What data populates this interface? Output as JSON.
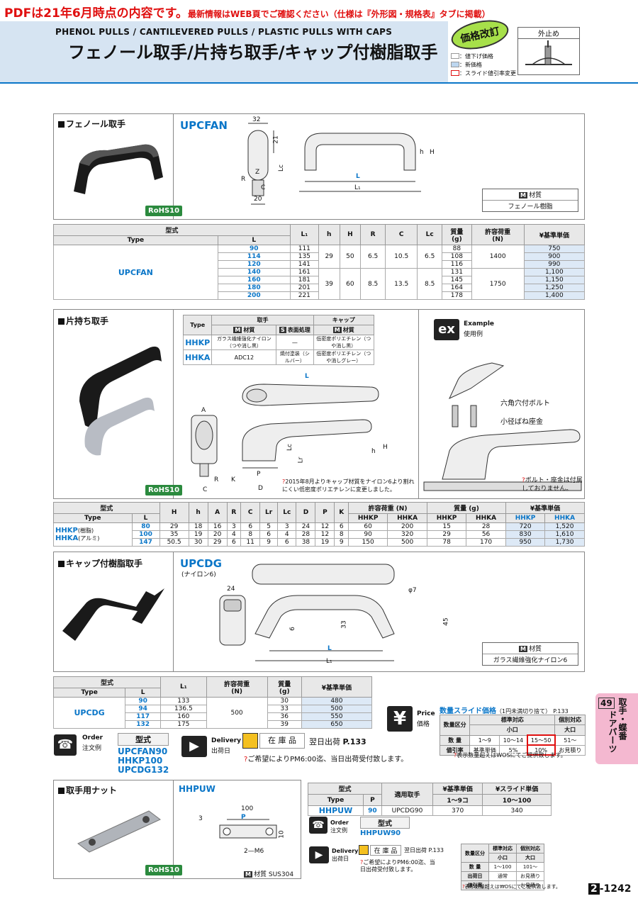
{
  "header": {
    "pdf_notice_red": "PDFは21年6月時点の内容です。",
    "pdf_notice_rest": "最新情報はWEB頁でご確認ください（仕様は『外形図・規格表』タブに掲載）",
    "subtitle_en": "PHENOL PULLS / CANTILEVERED PULLS / PLASTIC PULLS WITH CAPS",
    "title_jp": "フェノール取手/片持ち取手/キャップ付樹脂取手",
    "price_revision": "価格改訂",
    "legend_down": "：値下げ価格",
    "legend_new": "：新価格",
    "legend_slide": "：スライド値引率変更",
    "mount_label": "外止め"
  },
  "side_tab": {
    "number": "49",
    "text1": "取手・蝶番",
    "text2": "ドアパーツ"
  },
  "phenol": {
    "section_title": "フェノール取手",
    "product_code": "UPCFAN",
    "rohs": "RoHS10",
    "dims": {
      "d32": "32",
      "d21": "21",
      "d20": "20",
      "Z": "Z",
      "Lc": "Lc",
      "C": "C",
      "R": "R",
      "L": "L",
      "L1": "L₁",
      "h": "h",
      "H": "H"
    },
    "material_header": "材質",
    "material_value": "フェノール樹脂",
    "table_headers": {
      "type_group": "型式",
      "type": "Type",
      "L": "L",
      "L1": "L₁",
      "h": "h",
      "H": "H",
      "R": "R",
      "C": "C",
      "Lc": "Lc",
      "mass": "質量",
      "mass_unit": "(g)",
      "load": "許容荷重",
      "load_unit": "(N)",
      "price": "¥基準単価"
    },
    "type_name": "UPCFAN",
    "rows": [
      {
        "L": "90",
        "L1": "111",
        "mass": "88",
        "price": "750"
      },
      {
        "L": "114",
        "L1": "135",
        "mass": "108",
        "price": "900"
      },
      {
        "L": "120",
        "L1": "141",
        "mass": "116",
        "price": "990"
      },
      {
        "L": "140",
        "L1": "161",
        "mass": "131",
        "price": "1,100"
      },
      {
        "L": "160",
        "L1": "181",
        "mass": "145",
        "price": "1,150"
      },
      {
        "L": "180",
        "L1": "201",
        "mass": "164",
        "price": "1,250"
      },
      {
        "L": "200",
        "L1": "221",
        "mass": "178",
        "price": "1,400"
      }
    ],
    "group1": {
      "h": "29",
      "H": "50",
      "R": "6.5",
      "C": "10.5",
      "Lc": "6.5",
      "load": "1400"
    },
    "group2": {
      "h": "39",
      "H": "60",
      "R": "8.5",
      "C": "13.5",
      "Lc": "8.5",
      "load": "1750"
    }
  },
  "cantilever": {
    "section_title": "片持ち取手",
    "rohs": "RoHS10",
    "mat_table": {
      "type": "Type",
      "handle": "取手",
      "cap": "キャップ",
      "material": "材質",
      "surface": "表面処理",
      "rows": [
        {
          "type": "HHKP",
          "material": "ガラス繊維強化ナイロン（つや消し黒）",
          "surface": "—",
          "cap": "低密度ポリエチレン（つや消し黒）"
        },
        {
          "type": "HHKA",
          "material": "ADC12",
          "surface": "焼付塗装（シルバー）",
          "cap": "低密度ポリエチレン（つや消しグレー）"
        }
      ]
    },
    "example_label": "Example",
    "example_jp": "使用例",
    "bolt_label": "六角穴付ボルト",
    "washer_label": "小径ばね座金",
    "bolt_note": "ボルト・座金は付属しておりません。",
    "cap_note": "2015年8月よりキャップ材質をナイロン6より割れにくい低密度ポリエチレンに変更しました。",
    "dims": {
      "L": "L",
      "A": "A",
      "R": "R",
      "C": "C",
      "K": "K",
      "P": "P",
      "D": "D",
      "Lc": "Lc",
      "Lr": "Lr",
      "h": "h",
      "H": "H"
    },
    "table_headers": {
      "type_group": "型式",
      "type": "Type",
      "L": "L",
      "H": "H",
      "h": "h",
      "A": "A",
      "R": "R",
      "C": "C",
      "Lr": "Lr",
      "Lc": "Lc",
      "D": "D",
      "P": "P",
      "K": "K",
      "load": "許容荷重 (N)",
      "mass": "質量 (g)",
      "price": "¥基準単価",
      "hhkp": "HHKP",
      "hhka": "HHKA"
    },
    "type1": "HHKP",
    "type1_note": "(樹脂)",
    "type2": "HHKA",
    "type2_note": "(アルミ)",
    "rows": [
      {
        "L": "80",
        "H": "29",
        "h": "18",
        "A": "16",
        "R": "3",
        "C": "6",
        "Lr": "5",
        "Lc": "3",
        "D": "24",
        "P": "12",
        "K": "6",
        "load_p": "60",
        "load_a": "200",
        "mass_p": "15",
        "mass_a": "28",
        "price_p": "720",
        "price_a": "1,520"
      },
      {
        "L": "100",
        "H": "35",
        "h": "19",
        "A": "20",
        "R": "4",
        "C": "8",
        "Lr": "6",
        "Lc": "4",
        "D": "28",
        "P": "12",
        "K": "8",
        "load_p": "90",
        "load_a": "320",
        "mass_p": "29",
        "mass_a": "56",
        "price_p": "830",
        "price_a": "1,610"
      },
      {
        "L": "147",
        "H": "50.5",
        "h": "30",
        "A": "29",
        "R": "6",
        "C": "11",
        "Lr": "9",
        "Lc": "6",
        "D": "38",
        "P": "19",
        "K": "9",
        "load_p": "150",
        "load_a": "500",
        "mass_p": "78",
        "mass_a": "170",
        "price_p": "950",
        "price_a": "1,730"
      }
    ]
  },
  "capped": {
    "section_title": "キャップ付樹脂取手",
    "product_code": "UPCDG",
    "product_note": "(ナイロン6)",
    "dims": {
      "d24": "24",
      "phi7": "φ7",
      "d6": "6",
      "d33": "33",
      "d45": "45",
      "L": "L",
      "L1": "L₁"
    },
    "material_header": "材質",
    "material_value": "ガラス繊維強化ナイロン6",
    "table_headers": {
      "type_group": "型式",
      "type": "Type",
      "L": "L",
      "L1": "L₁",
      "load": "許容荷重",
      "load_unit": "(N)",
      "mass": "質量",
      "mass_unit": "(g)",
      "price": "¥基準単価"
    },
    "type_name": "UPCDG",
    "load": "500",
    "rows": [
      {
        "L": "90",
        "L1": "133",
        "mass": "30",
        "price": "480"
      },
      {
        "L": "94",
        "L1": "136.5",
        "mass": "33",
        "price": "500"
      },
      {
        "L": "117",
        "L1": "160",
        "mass": "36",
        "price": "550"
      },
      {
        "L": "132",
        "L1": "175",
        "mass": "39",
        "price": "650"
      }
    ]
  },
  "price_block": {
    "price_label": "Price",
    "price_jp": "価格",
    "slide_title": "数量スライド価格",
    "slide_note": "（1円未満切り捨て）",
    "ref": "P.133",
    "headers": {
      "qty_class": "数量区分",
      "standard": "標準対応",
      "small": "小口",
      "custom": "個別対応",
      "large": "大口"
    },
    "qty_row": {
      "label": "数 量",
      "c1": "1〜9",
      "c2": "10〜14",
      "c3": "15〜50",
      "c4": "51〜"
    },
    "disc_row": {
      "label": "値引率",
      "c1": "基準単価",
      "c2": "5%",
      "c3": "10%",
      "c4": "お見積り"
    },
    "note": "表示数量超えはWOSにてご提供致します。"
  },
  "order": {
    "order_label": "Order",
    "order_jp": "注文例",
    "model_header": "型式",
    "examples": [
      "UPCFAN90",
      "HHKP100",
      "UPCDG132"
    ],
    "delivery_label": "Delivery",
    "delivery_jp": "出荷日",
    "stock": "在 庫 品",
    "next_day": "翌日出荷",
    "ref": "P.133",
    "note": "ご希望によりPM6:00迄、当日出荷受付致します。"
  },
  "nut": {
    "section_title": "取手用ナット",
    "product_code": "HHPUW",
    "rohs": "RoHS10",
    "dims": {
      "d100": "100",
      "P": "P",
      "d3": "3",
      "d10": "10",
      "m6": "2—M6"
    },
    "material_label": "材質",
    "material_value": "SUS304",
    "table_headers": {
      "type_group": "型式",
      "type": "Type",
      "P": "P",
      "applicable": "適用取手",
      "price": "¥基準単価",
      "price_qty": "1〜9コ",
      "slide": "¥スライド単価",
      "slide_qty": "10〜100"
    },
    "row": {
      "type": "HHPUW",
      "P": "90",
      "applicable": "UPCDG90",
      "price": "370",
      "slide": "340"
    },
    "order_example": "HHPUW90",
    "small_slide": {
      "qty_class": "数量区分",
      "standard": "標準対応",
      "small": "小口",
      "custom": "個別対応",
      "large": "大口",
      "qty_label": "数 量",
      "q1": "1〜100",
      "q2": "101〜",
      "ship_label": "出荷日",
      "s1": "通常",
      "s2": "お見積り",
      "disc_label": "値引率",
      "d1": "—",
      "d2": "お見積り"
    },
    "delivery_note": "ご希望によりPM6:00迄、当日出荷受付致します。",
    "wos_note": "表示数量超えはWOSにてご提供致します。"
  },
  "page_number": {
    "chapter": "2",
    "page": "-1242"
  }
}
